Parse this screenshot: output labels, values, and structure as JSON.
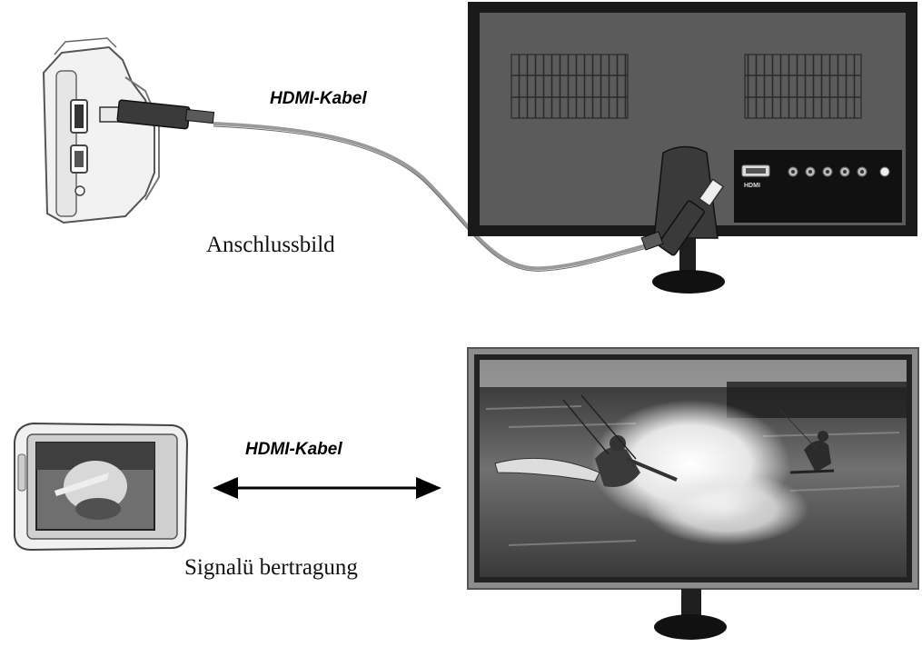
{
  "diagram": {
    "top": {
      "cable_label": "HDMI-Kabel",
      "caption": "Anschlussbild",
      "port_label": "HDMI"
    },
    "bottom": {
      "cable_label": "HDMI-Kabel",
      "caption": "Signalü bertragung"
    }
  },
  "colors": {
    "tv_frame": "#1a1a1a",
    "tv_back": "#5b5b5b",
    "panel": "#111111",
    "cable": "#9a9a9a"
  }
}
